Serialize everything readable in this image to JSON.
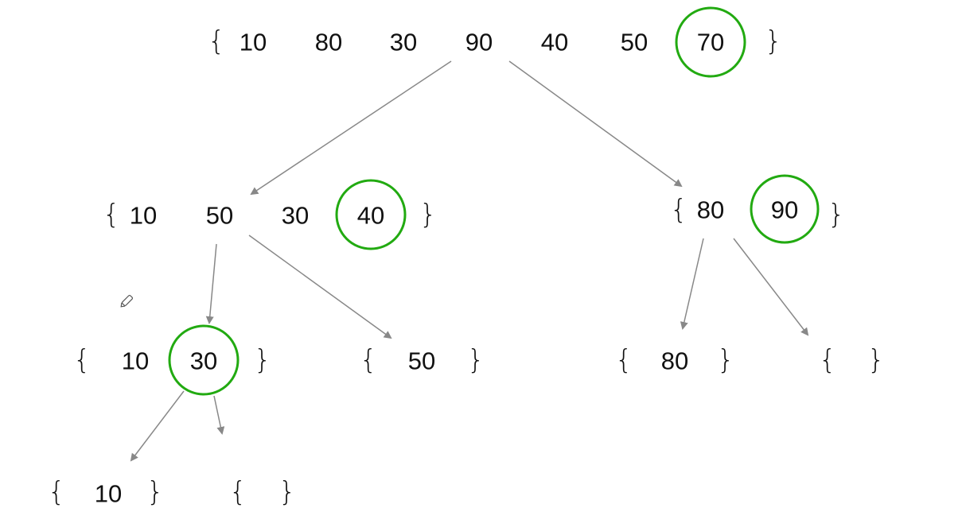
{
  "tree": {
    "root": {
      "elements": [
        "10",
        "80",
        "30",
        "90",
        "40",
        "50",
        "70"
      ],
      "pivot": "70"
    },
    "left": {
      "elements": [
        "10",
        "50",
        "30",
        "40"
      ],
      "pivot": "40"
    },
    "right": {
      "elements": [
        "80",
        "90"
      ],
      "pivot": "90"
    },
    "left_left": {
      "elements": [
        "10",
        "30"
      ],
      "pivot": "30"
    },
    "left_right": {
      "elements": [
        "50"
      ]
    },
    "right_left": {
      "elements": [
        "80"
      ]
    },
    "right_right": {
      "elements": []
    },
    "ll_left": {
      "elements": [
        "10"
      ]
    },
    "ll_right": {
      "elements": []
    }
  },
  "braces": {
    "open": "{",
    "close": "}"
  },
  "colors": {
    "pivot_circle": "#22aa11",
    "arrow": "#888888",
    "text": "#111111"
  },
  "icons": {
    "cursor": "pencil-cursor-icon"
  }
}
